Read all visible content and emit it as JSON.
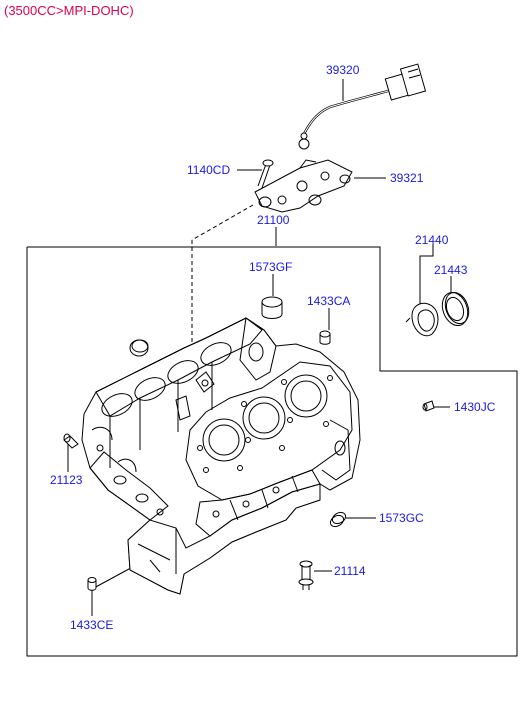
{
  "title": "(3500CC>MPI-DOHC)",
  "colors": {
    "title": "#e0004e",
    "callout": "#1a1ae6",
    "line": "#000000"
  },
  "parts": {
    "p39320": "39320",
    "p1140CD": "1140CD",
    "p39321": "39321",
    "p21100": "21100",
    "p1573GF": "1573GF",
    "p1433CA": "1433CA",
    "p21440": "21440",
    "p21443": "21443",
    "p1430JC": "1430JC",
    "p21123": "21123",
    "p1573GC": "1573GC",
    "p21114": "21114",
    "p1433CE": "1433CE"
  }
}
